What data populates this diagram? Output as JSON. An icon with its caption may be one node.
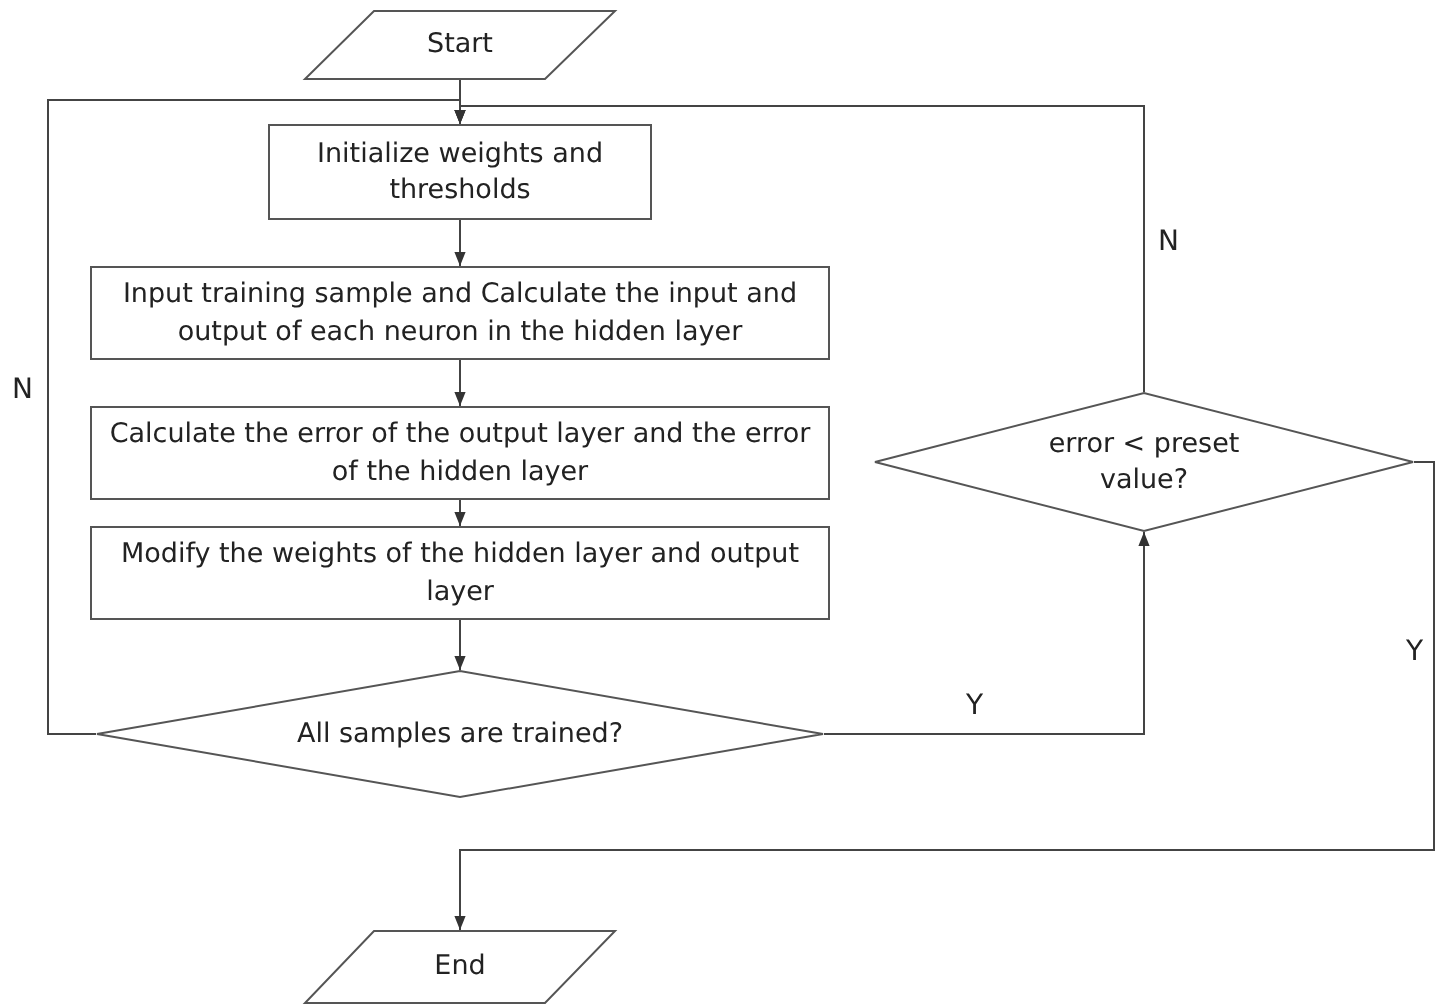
{
  "diagram": {
    "nodes": [
      {
        "text": [
          "Start"
        ]
      },
      {
        "text": [
          "Initialize weights and thresholds"
        ]
      },
      {
        "text": [
          "Input training sample and Calculate the input and output of each neuron in the hidden layer"
        ]
      },
      {
        "text": [
          "Calculate the error of the output layer and the error of the hidden layer"
        ]
      },
      {
        "text": [
          "Modify the weights of the hidden layer and output layer"
        ]
      },
      {
        "text": [
          "All samples are trained?"
        ]
      },
      {
        "text": [
          "error < preset value?"
        ]
      },
      {
        "text": [
          "End"
        ]
      }
    ],
    "edges": [
      {
        "from": 0,
        "to": 1,
        "arrow": "to"
      },
      {
        "from": 1,
        "to": 2,
        "arrow": "to"
      },
      {
        "from": 2,
        "to": 3,
        "arrow": "to"
      },
      {
        "from": 3,
        "to": 4,
        "arrow": "to"
      },
      {
        "from": 4,
        "to": 5,
        "arrow": "to"
      },
      {
        "from": 5,
        "to": 1,
        "arrow": "to",
        "label": "N"
      },
      {
        "from": 5,
        "to": 6,
        "arrow": "to",
        "label": "Y"
      },
      {
        "from": 6,
        "to": 1,
        "arrow": "to",
        "label": "N"
      },
      {
        "from": 6,
        "to": 7,
        "arrow": "to",
        "label": "Y"
      }
    ]
  }
}
